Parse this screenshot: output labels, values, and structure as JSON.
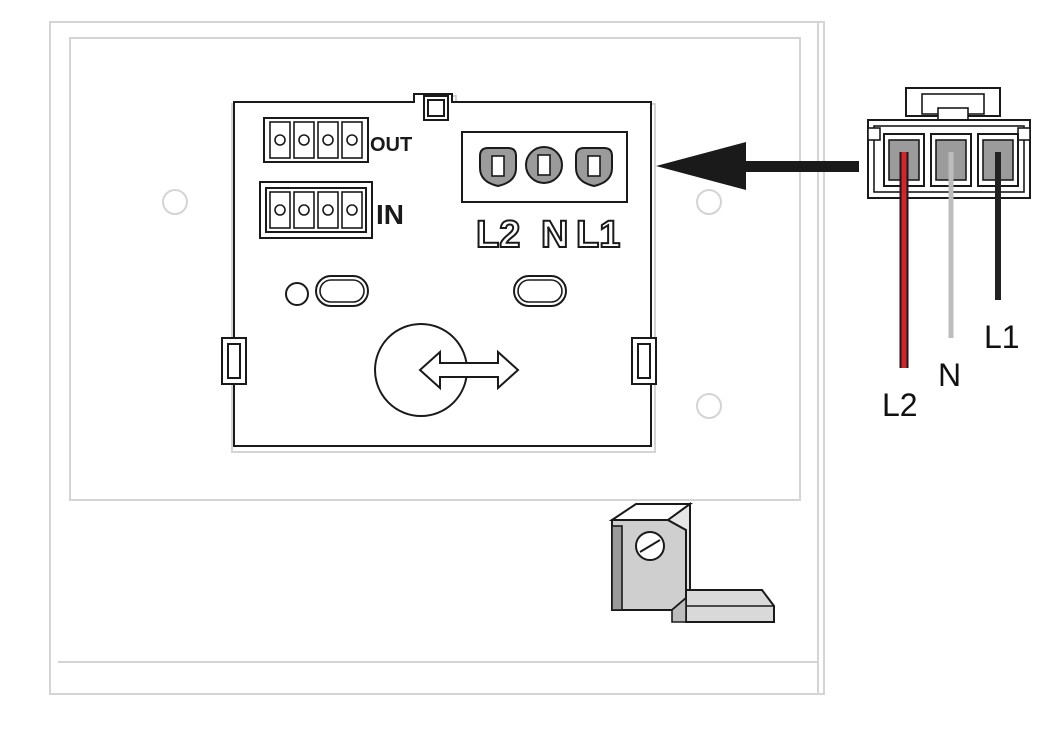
{
  "board": {
    "out_label": "OUT",
    "in_label": "IN",
    "terminal_labels": [
      "L2",
      "N",
      "L1"
    ]
  },
  "harness": {
    "wires": [
      {
        "label": "L2",
        "color": "#d8232a"
      },
      {
        "label": "N",
        "color": "#bdbdbd"
      },
      {
        "label": "L1",
        "color": "#222222"
      }
    ]
  },
  "icons": {
    "direction": "double-arrow-icon",
    "insert": "insert-arrow-icon"
  },
  "colors": {
    "outline": "#1a1a1a",
    "panel_edge": "#d4d4d4",
    "connector_fill": "#9b9b9b",
    "lug_fill": "#cfcfcf"
  }
}
